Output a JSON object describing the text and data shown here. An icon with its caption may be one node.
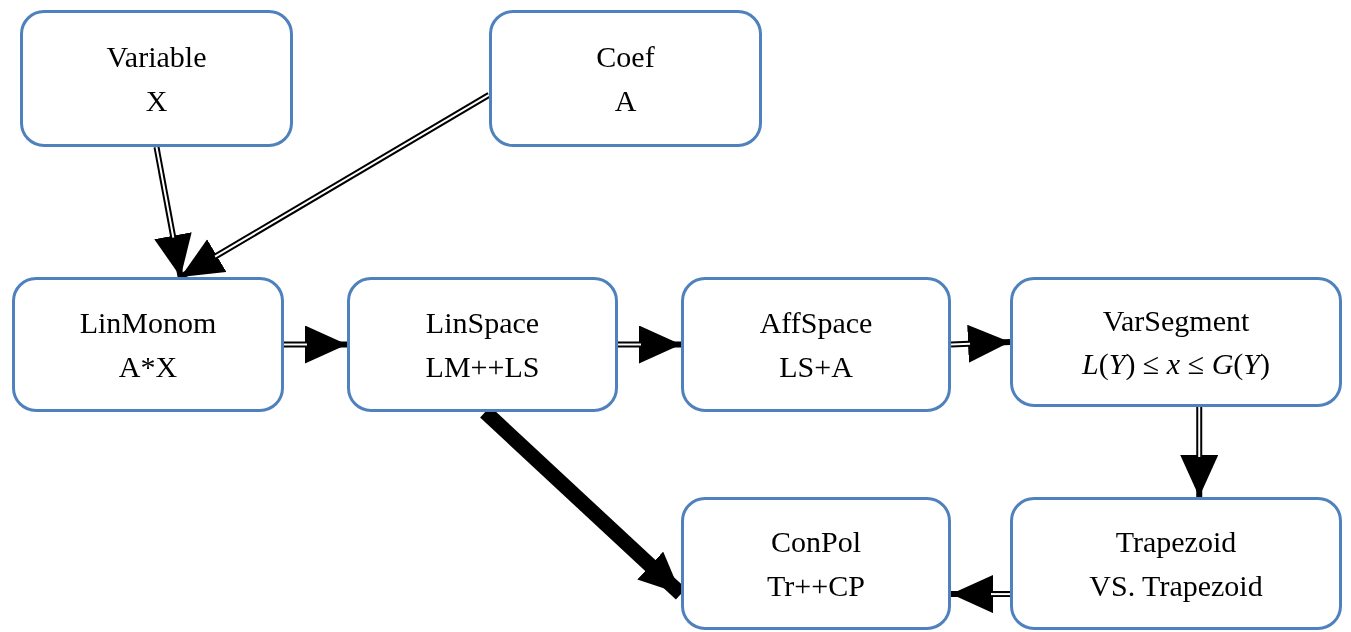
{
  "diagram": {
    "nodes": [
      {
        "text": [
          "Variable",
          "X"
        ]
      },
      {
        "text": [
          "Coef",
          "A"
        ]
      },
      {
        "text": [
          "LinMonom",
          "A*X"
        ]
      },
      {
        "text": [
          "LinSpace",
          "LM++LS"
        ]
      },
      {
        "text": [
          "AffSpace",
          "LS+A"
        ]
      },
      {
        "text": [
          "VarSegment",
          "*L*(*Y*) ≤ *x* ≤ *G*(*Y*)"
        ]
      },
      {
        "text": [
          "ConPol",
          "Tr++CP"
        ]
      },
      {
        "text": [
          "Trapezoid",
          "VS. Trapezoid"
        ]
      }
    ],
    "edges": [
      {
        "from": 0,
        "to": 2,
        "arrow": "to"
      },
      {
        "from": 1,
        "to": 2,
        "arrow": "to"
      },
      {
        "from": 2,
        "to": 3,
        "arrow": "to"
      },
      {
        "from": 3,
        "to": 4,
        "arrow": "to"
      },
      {
        "from": 4,
        "to": 5,
        "arrow": "to"
      },
      {
        "from": 5,
        "to": 7,
        "arrow": "to"
      },
      {
        "from": 7,
        "to": 6,
        "arrow": "to"
      },
      {
        "from": 3,
        "to": 6,
        "arrow": "to",
        "style": "thick"
      }
    ]
  }
}
